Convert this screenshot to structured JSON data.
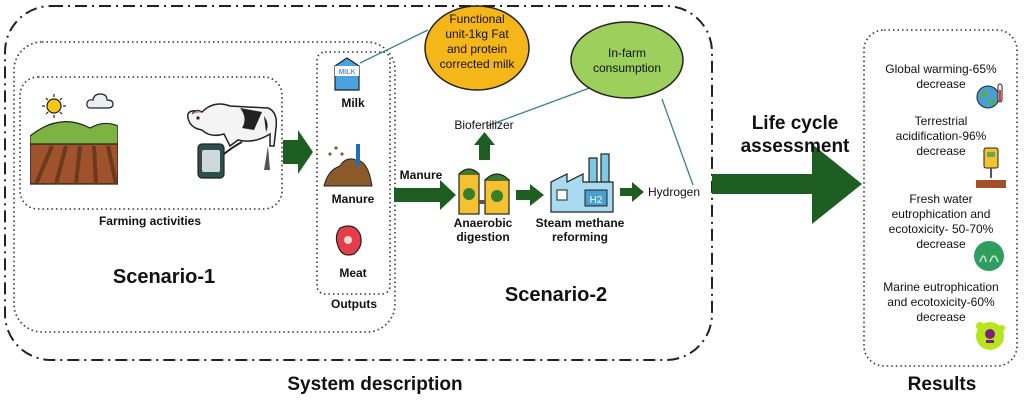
{
  "system": {
    "outer_title": "System description",
    "scenario1": "Scenario-1",
    "scenario2": "Scenario-2",
    "farming_caption": "Farming activities",
    "outputs_caption": "Outputs",
    "outputs": [
      "Milk",
      "Manure",
      "Meat"
    ],
    "milk_carton_text": "MILK",
    "functional_unit": [
      "Functional",
      "unit-1kg Fat",
      "and protein",
      "corrected milk"
    ],
    "in_farm": [
      "In-farm",
      "consumption"
    ],
    "manure_flow": "Manure",
    "biofertilizer": "Biofertilizer",
    "anaerobic": [
      "Anaerobic",
      "digestion"
    ],
    "steam": [
      "Steam methane",
      "reforming"
    ],
    "h2_label": "H2",
    "hydrogen": "Hydrogen"
  },
  "lca": [
    "Life cycle",
    "assessment"
  ],
  "results": {
    "title": "Results",
    "items": [
      [
        "Global warming-65%",
        "decrease"
      ],
      [
        "Terrestrial",
        "acidification-96%",
        "decrease"
      ],
      [
        "Fresh water",
        "eutrophication and",
        "ecotoxicity- 50-70%",
        "decrease"
      ],
      [
        "Marine eutrophication",
        "and ecotoxicity-60%",
        "decrease"
      ]
    ]
  },
  "colors": {
    "arrow_green": "#1e5e22",
    "bubble_orange": "#f5b61a",
    "bubble_green": "#9ccf5c",
    "connector_teal": "#3b7f8f"
  }
}
